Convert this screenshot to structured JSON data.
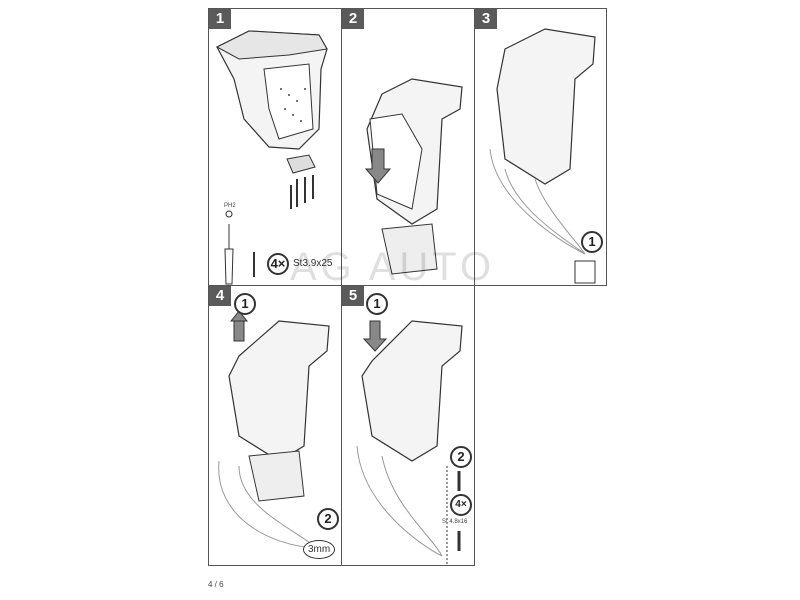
{
  "steps": [
    {
      "number": "1",
      "screw_count": "4×",
      "screw_spec": "St3.9x25",
      "tool_label": "PH2"
    },
    {
      "number": "2"
    },
    {
      "number": "3",
      "sub_step": "1"
    },
    {
      "number": "4",
      "sub_step_a": "1",
      "sub_step_b": "2",
      "drill_size": "3mm"
    },
    {
      "number": "5",
      "sub_step_a": "1",
      "sub_step_b": "2",
      "screw_count": "4×",
      "screw_spec": "St 4.8x16"
    }
  ],
  "watermark": "AG AUTO",
  "page_number": "4 / 6",
  "colors": {
    "badge": "#5a5a5a",
    "line": "#333333"
  }
}
